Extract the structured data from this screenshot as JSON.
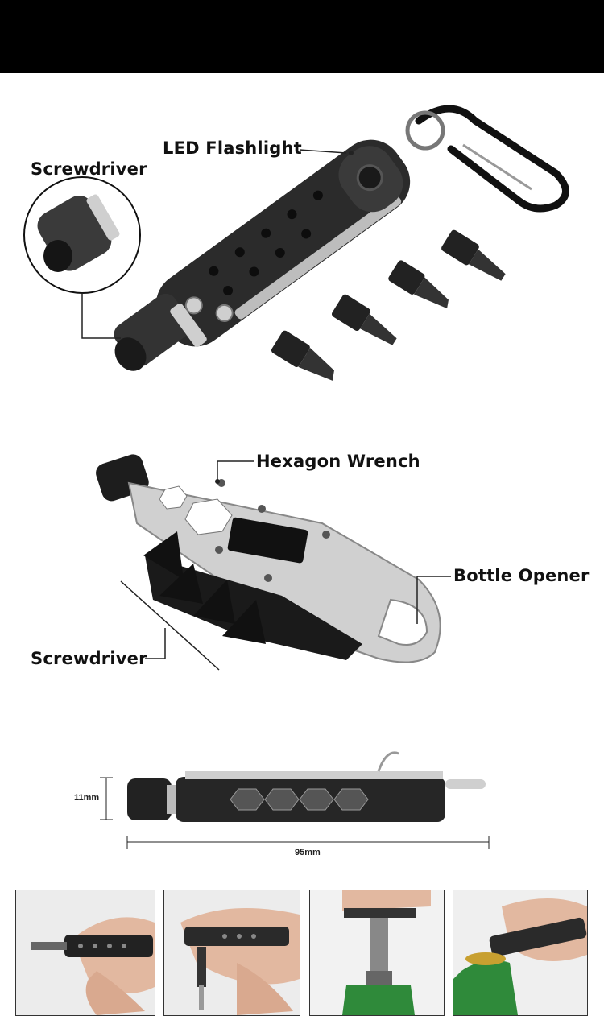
{
  "labels": {
    "led_flashlight": "LED Flashlight",
    "screwdriver_top": "Screwdriver",
    "hexagon_wrench": "Hexagon Wrench",
    "bottle_opener": "Bottle Opener",
    "screwdriver_mid": "Screwdriver"
  },
  "dimensions": {
    "height": "11mm",
    "length": "95mm"
  },
  "colors": {
    "banner": "#000000",
    "tool_body": "#2b2b2b",
    "steel": "#c9c9c9",
    "bottle_green": "#2f8a3a"
  },
  "usage_photos": [
    {
      "icon": "drilling-screwdriver-icon"
    },
    {
      "icon": "driving-screw-icon"
    },
    {
      "icon": "wrench-on-bottle-icon"
    },
    {
      "icon": "opening-bottle-icon"
    }
  ]
}
